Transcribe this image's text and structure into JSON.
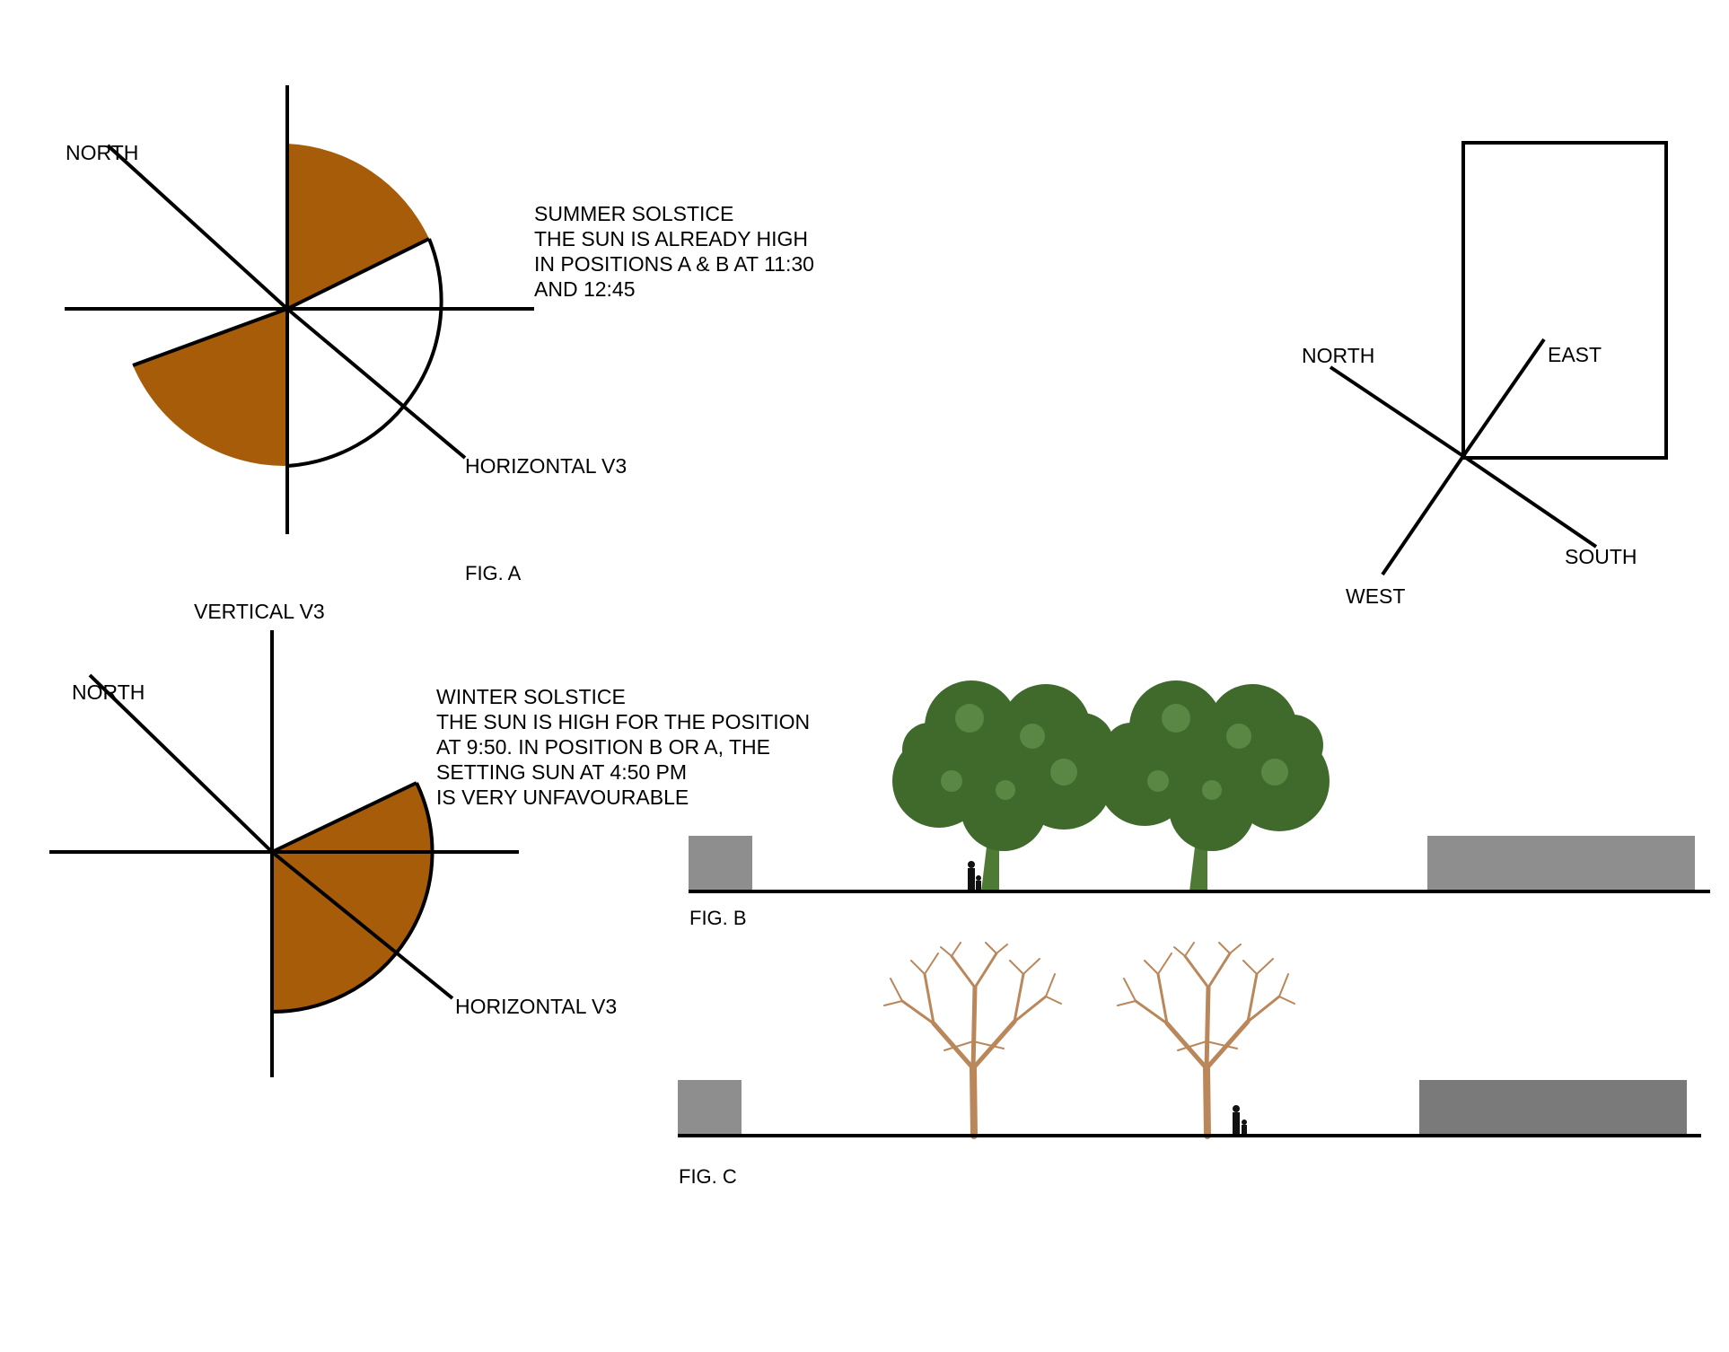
{
  "fig_a": {
    "north": "NORTH",
    "horizontal": "HORIZONTAL V3",
    "caption": "FIG. A",
    "notes": [
      "SUMMER SOLSTICE",
      "THE SUN IS ALREADY HIGH",
      "IN POSITIONS A & B AT 11:30",
      "AND 12:45"
    ]
  },
  "fig_winter": {
    "vertical": "VERTICAL V3",
    "north": "NORTH",
    "horizontal": "HORIZONTAL V3",
    "notes": [
      "WINTER SOLSTICE",
      "THE SUN IS HIGH FOR THE POSITION",
      "AT 9:50. IN POSITION B OR A, THE",
      "SETTING SUN AT 4:50 PM",
      "IS VERY UNFAVOURABLE"
    ]
  },
  "compass": {
    "north": "NORTH",
    "east": "EAST",
    "south": "SOUTH",
    "west": "WEST"
  },
  "fig_b": {
    "caption": "FIG. B"
  },
  "fig_c": {
    "caption": "FIG. C"
  },
  "colors": {
    "sector": "#a65c08",
    "foliage": "#3f6a2c",
    "foliage_light": "#5b8745",
    "trunk_summer": "#4f7a35",
    "trunk_winter": "#b9875a",
    "building_light": "#8e8e8e",
    "building_dark": "#7a7a7a"
  }
}
